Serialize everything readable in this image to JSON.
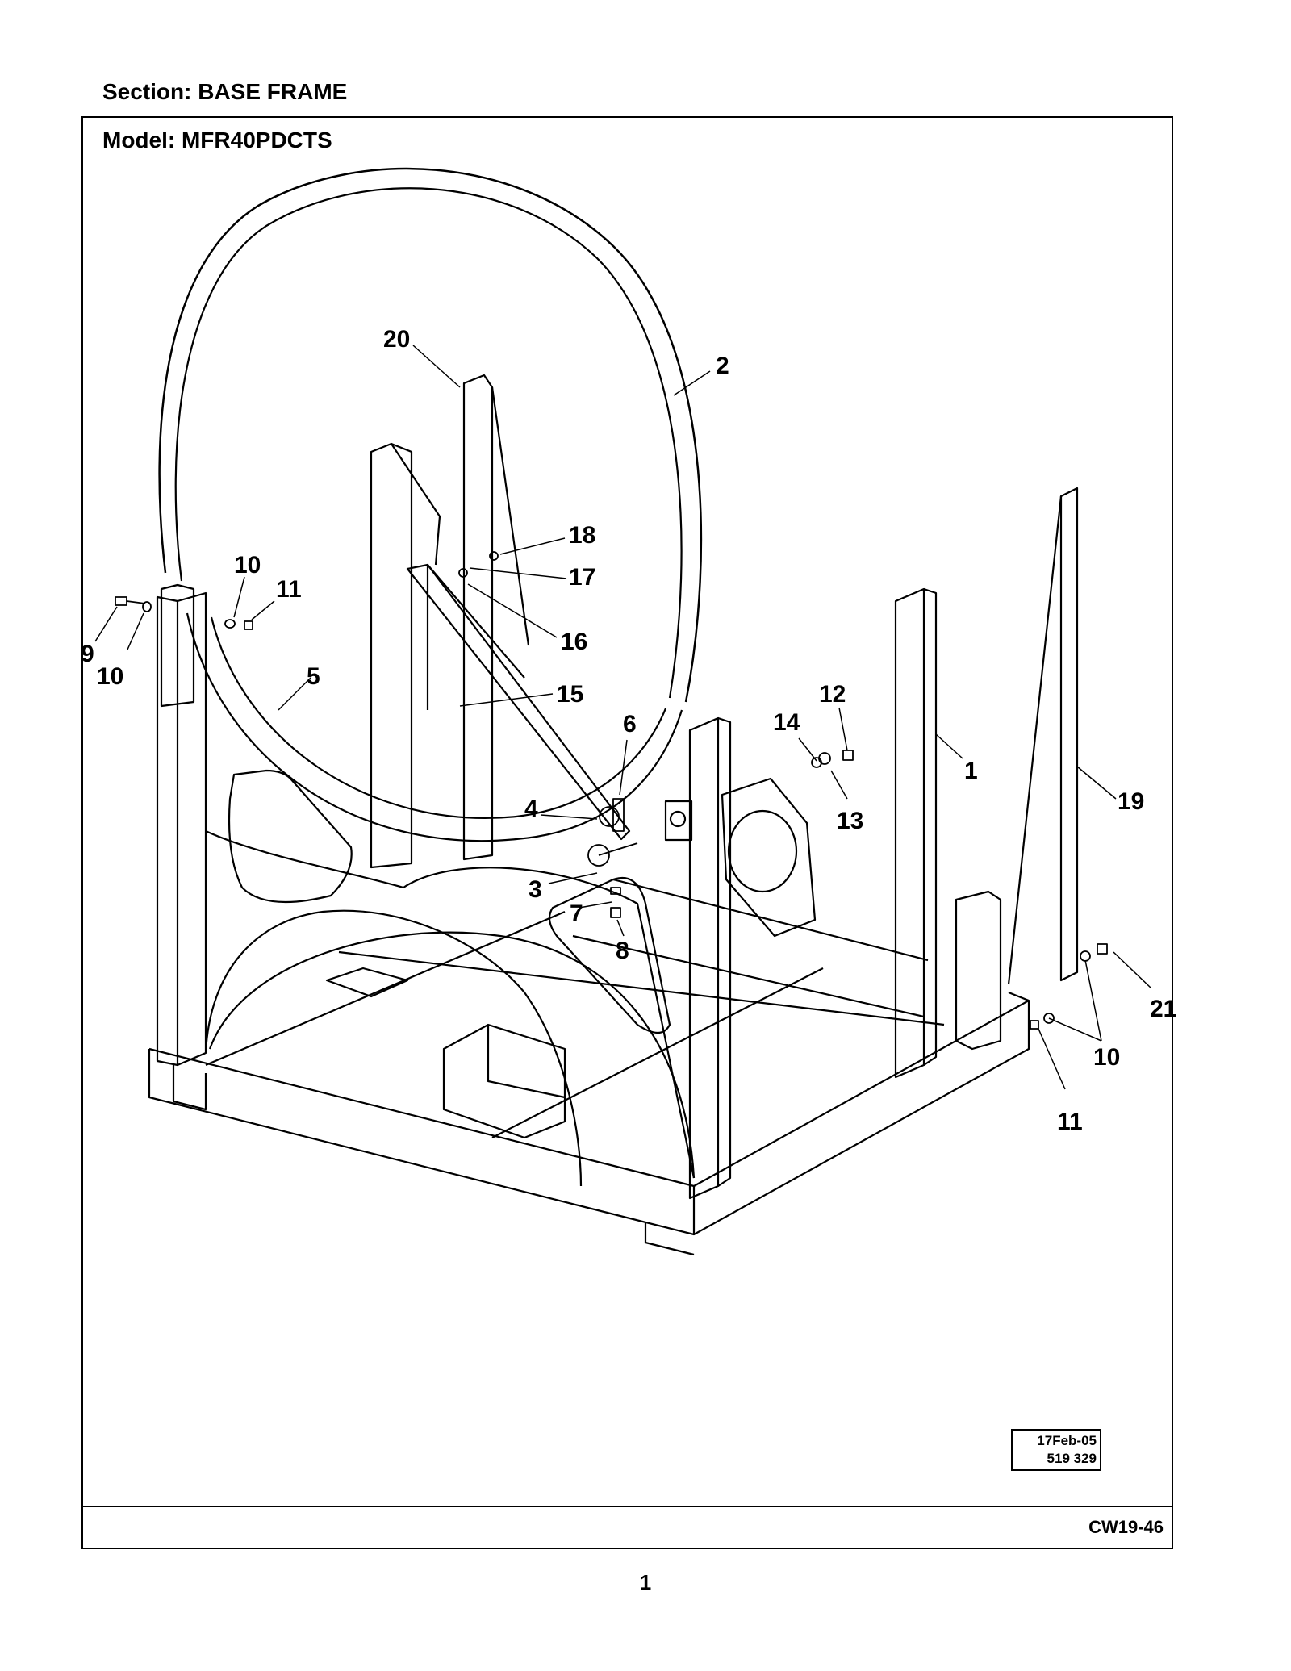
{
  "header": {
    "section": "Section:  BASE FRAME",
    "model": "Model:  MFR40PDCTS"
  },
  "stamp": {
    "date": "17Feb-05",
    "number": "519 329"
  },
  "footer": {
    "doc_code": "CW19-46",
    "page_number": "1"
  },
  "callouts": [
    "20",
    "2",
    "18",
    "17",
    "16",
    "15",
    "10",
    "11",
    "9",
    "10",
    "5",
    "6",
    "4",
    "3",
    "7",
    "8",
    "14",
    "12",
    "13",
    "1",
    "19",
    "21",
    "10",
    "11"
  ]
}
